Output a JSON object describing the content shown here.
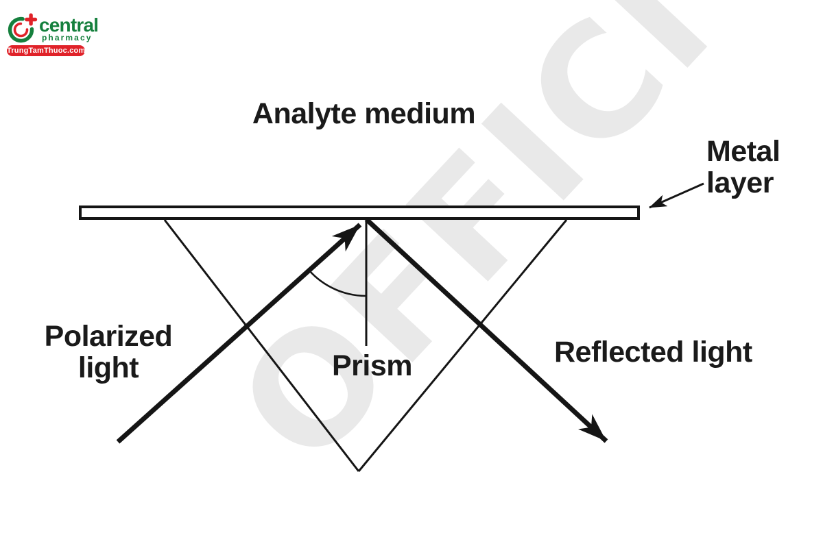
{
  "logo": {
    "brand": "central",
    "tagline": "pharmacy",
    "badge": "TrungTamThuoc.com",
    "green": "#15803d",
    "red": "#e02229"
  },
  "watermark": {
    "text": "OFFICI",
    "color": "#e9e9e9"
  },
  "labels": {
    "analyte_medium": "Analyte medium",
    "metal_line1": "Metal",
    "metal_line2": "layer",
    "polarized_line1": "Polarized",
    "polarized_line2": "light",
    "prism": "Prism",
    "reflected": "Reflected light"
  },
  "colors": {
    "line": "#151515",
    "background": "#ffffff"
  }
}
